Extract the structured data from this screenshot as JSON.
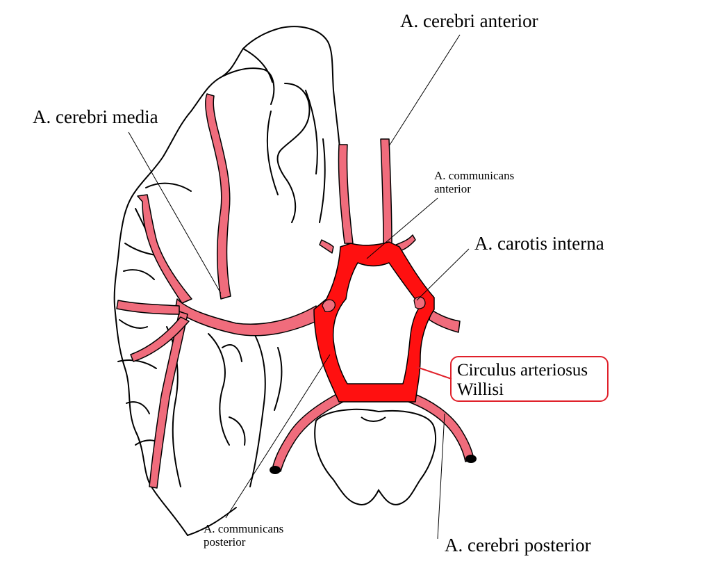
{
  "labels": {
    "cerebri_anterior": "A. cerebri anterior",
    "cerebri_media": "A. cerebri media",
    "communicans_anterior_line1": "A. communicans",
    "communicans_anterior_line2": "anterior",
    "carotis_interna": "A. carotis interna",
    "circulus_line1": "Circulus arteriosus",
    "circulus_line2": "Willisi",
    "communicans_posterior_line1": "A. communicans",
    "communicans_posterior_line2": "posterior",
    "cerebri_posterior": "A. cerebri posterior"
  },
  "colors": {
    "vessel_pink": "#f06c7c",
    "circle_red": "#ff1010",
    "highlight_box": "#e0202a",
    "outline": "#000000"
  }
}
